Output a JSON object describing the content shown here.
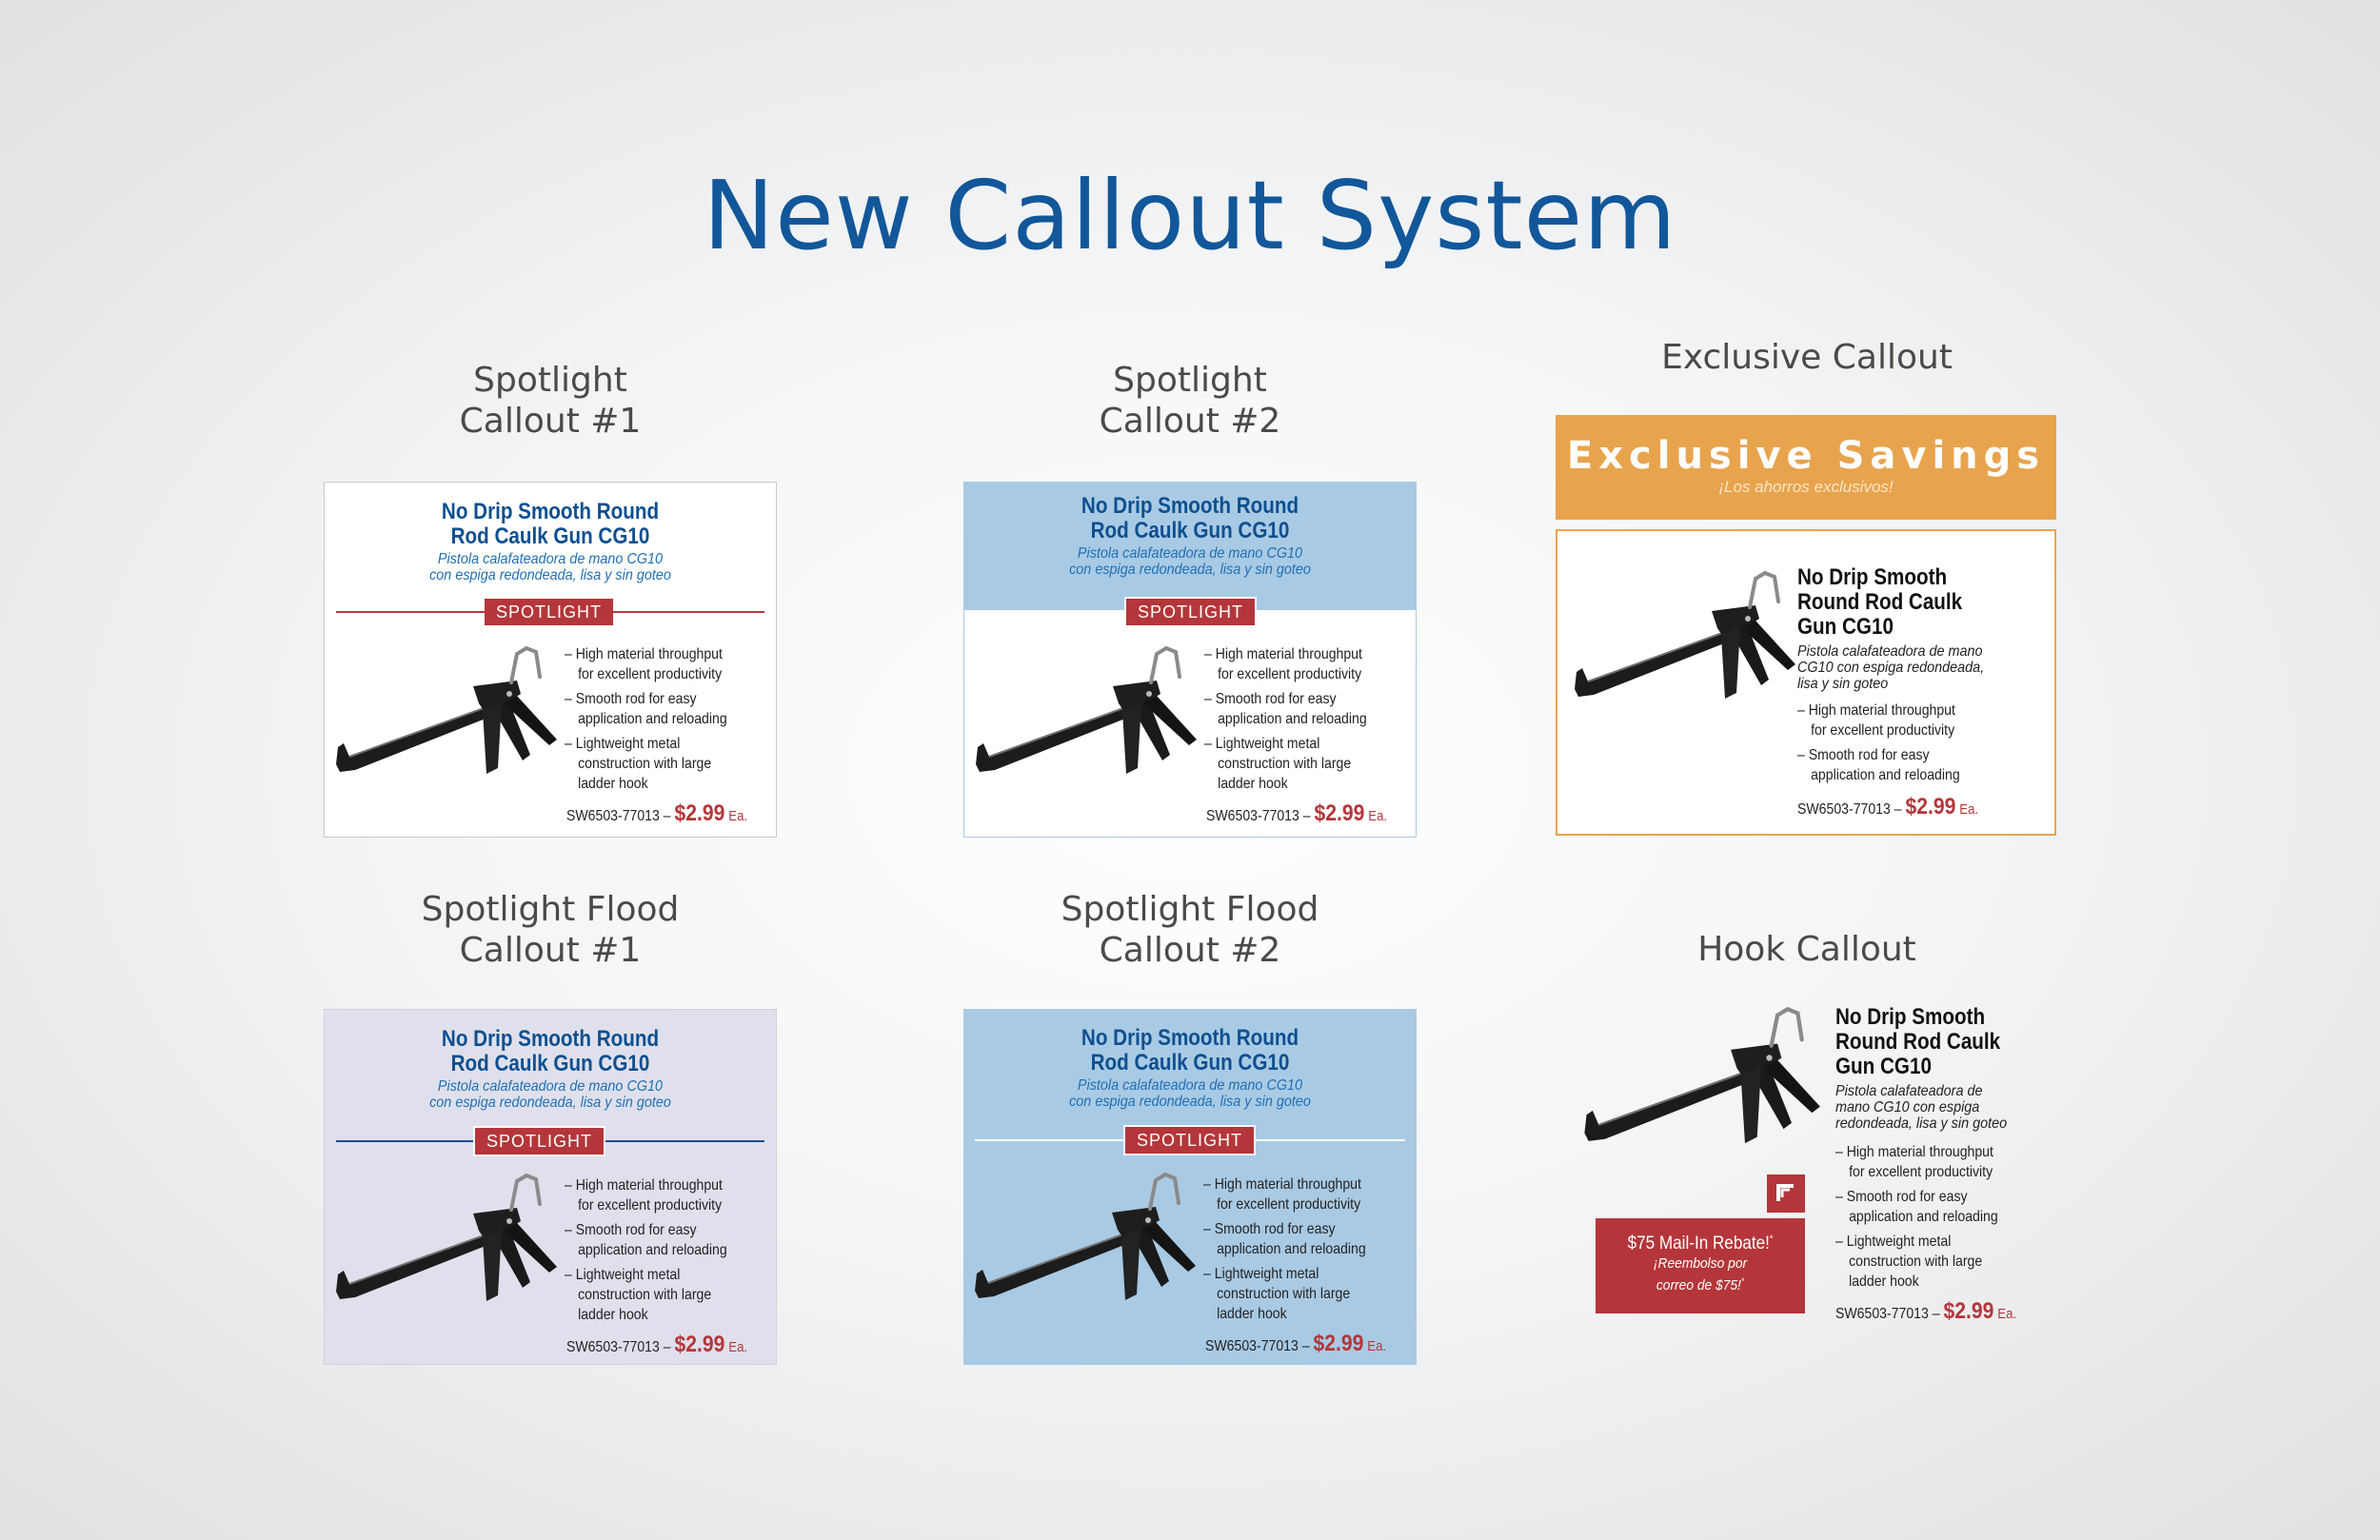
{
  "title": "New Callout System",
  "labels": {
    "spot1": [
      "Spotlight",
      "Callout #1"
    ],
    "spot2": [
      "Spotlight",
      "Callout #2"
    ],
    "exclusive": "Exclusive Callout",
    "flood1": [
      "Spotlight Flood",
      "Callout #1"
    ],
    "flood2": [
      "Spotlight Flood",
      "Callout #2"
    ],
    "hook": "Hook Callout"
  },
  "product": {
    "name_l1": "No Drip Smooth Round",
    "name_l2": "Rod Caulk Gun CG10",
    "es_l1": "Pistola calafateadora de mano CG10",
    "es_l2": "con espiga redondeada, lisa y sin goteo",
    "badge": "SPOTLIGHT",
    "features": [
      [
        "– High material throughput",
        "for excellent productivity"
      ],
      [
        "– Smooth rod for easy",
        "application and reloading"
      ],
      [
        "– Lightweight metal",
        "construction with large",
        "ladder hook"
      ]
    ],
    "sku": "SW6503-77013 –",
    "price": "$2.99",
    "ea": "Ea."
  },
  "exclusive": {
    "banner": "Exclusive Savings",
    "banner_es": "¡Los ahorros exclusivos!",
    "name": [
      "No Drip Smooth",
      "Round Rod Caulk",
      "Gun CG10"
    ],
    "es": [
      "Pistola calafateadora de mano",
      "CG10 con espiga redondeada,",
      "lisa y sin goteo"
    ],
    "features": [
      [
        "– High material throughput",
        "for excellent productivity"
      ],
      [
        "– Smooth rod for easy",
        "application and reloading"
      ]
    ]
  },
  "hook": {
    "name": [
      "No Drip Smooth",
      "Round Rod Caulk",
      "Gun CG10"
    ],
    "es": [
      "Pistola calafateadora de",
      "mano CG10 con espiga",
      "redondeada, lisa y sin goteo"
    ],
    "rebate": "$75 Mail-In Rebate!",
    "rebate_sup": "*",
    "rebate_es": [
      "¡Reembolso por",
      "correo de $75!"
    ],
    "rebate_es_sup": "*"
  },
  "colors": {
    "brand_blue": "#11579a",
    "red": "#b4363a",
    "light_blue": "#a9cae4",
    "lavender": "#dfe0ec",
    "orange": "#e8a44d"
  }
}
